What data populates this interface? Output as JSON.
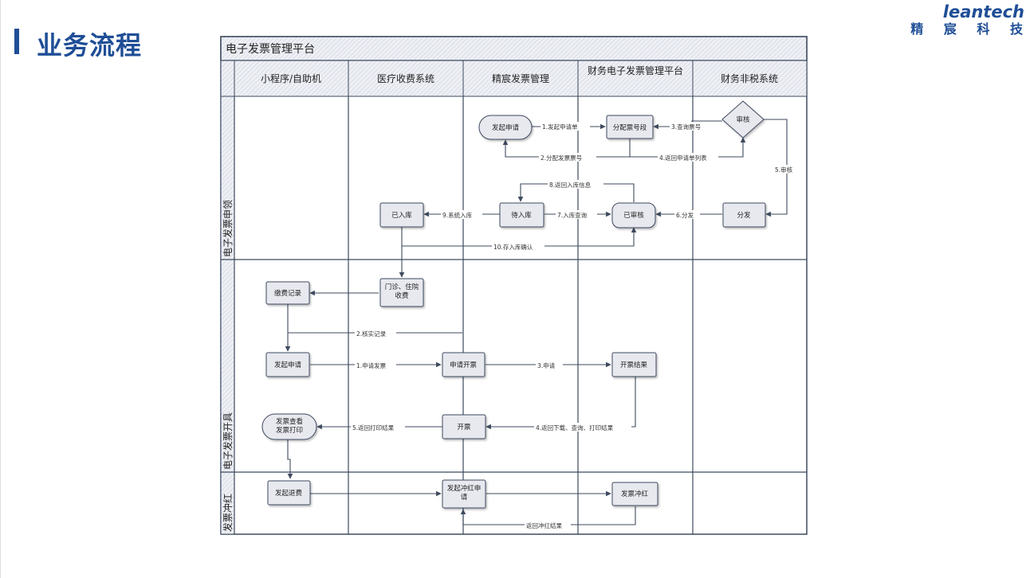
{
  "header": {
    "title": "业务流程",
    "logo_en": "leantech",
    "logo_cn": "精 宸 科 技"
  },
  "diagram": {
    "pool_title": "电子发票管理平台",
    "lanes": [
      "小程序/自助机",
      "医疗收费系统",
      "精宸发票管理",
      "财务电子发票管理平台",
      "财务非税系统"
    ],
    "phases": [
      "电子发票申领",
      "电子发票开具",
      "发票冲红"
    ],
    "nodes": {
      "fqsq": "发起申请",
      "fphd": "分配票号段",
      "shenhe": "审核",
      "yiruku": "已入库",
      "dairuku": "待入库",
      "yishenhe": "已审核",
      "fenfa": "分发",
      "mzzy": "门诊、住院\n收费",
      "jfjl": "缴费记录",
      "fqsq2": "发起申请",
      "sqkp": "申请开票",
      "kpjg": "开票结果",
      "fapiao_cv": "发票查看\n发票打印",
      "kaipiao": "开票",
      "fqtf": "发起退费",
      "fqchsq": "发起冲红申\n请",
      "fpch": "发票冲红"
    },
    "edges": {
      "e1": "1.发起申请单",
      "e2": "2.分配发票票号",
      "e3": "3.查询票号",
      "e4": "4.返回申请单列表",
      "e5": "5.审核",
      "e6": "6.分发",
      "e7": "7.入库查询",
      "e8": "8.返回入库信息",
      "e9": "9.系统入库",
      "e10": "10.存入库确认",
      "k1": "1.申请发票",
      "k2": "2.核实记录",
      "k3": "3.申请",
      "k4": "4.返回下载、查询、打印结果",
      "k5": "5.返回打印结果",
      "r1": "返回冲红结果"
    },
    "colors": {
      "border": "#3e4a5e",
      "node_fill": "#e8e9ef",
      "header_fill": "#eceef4",
      "accent": "#1f4e96"
    }
  }
}
